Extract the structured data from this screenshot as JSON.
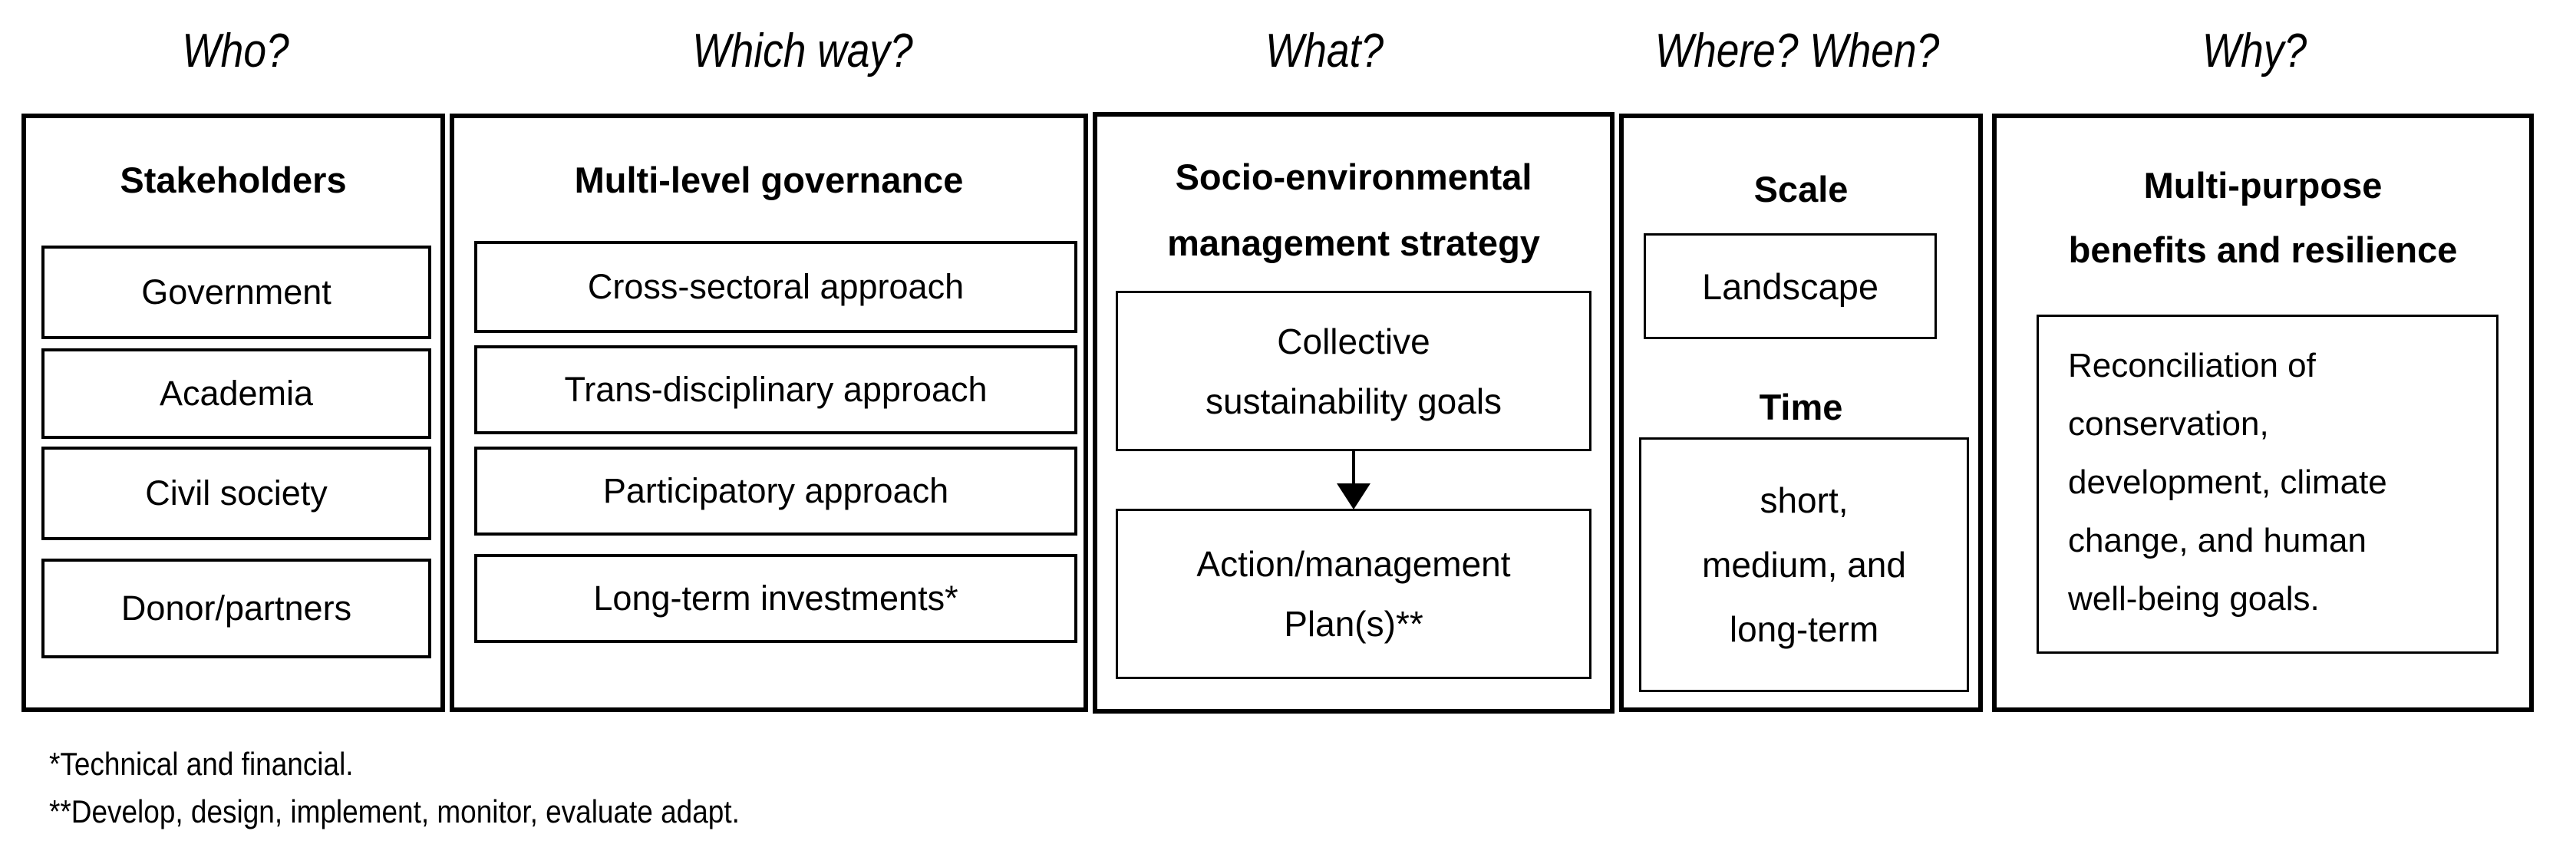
{
  "colors": {
    "background": "#ffffff",
    "line": "#000000",
    "text": "#000000"
  },
  "headers": [
    {
      "label": "Who?"
    },
    {
      "label": "Which way?"
    },
    {
      "label": "What?"
    },
    {
      "label": "Where? When?"
    },
    {
      "label": "Why?"
    }
  ],
  "columns": [
    {
      "title": "Stakeholders",
      "items": [
        "Government",
        "Academia",
        "Civil society",
        "Donor/partners"
      ]
    },
    {
      "title": "Multi-level governance",
      "items": [
        "Cross-sectoral approach",
        "Trans-disciplinary approach",
        "Participatory approach",
        "Long-term investments*"
      ]
    },
    {
      "title": "Socio-environmental\nmanagement strategy",
      "goal_box": "Collective\nsustainability goals",
      "plan_box": "Action/management\nPlan(s)**"
    },
    {
      "scale_title": "Scale",
      "scale_box": "Landscape",
      "time_title": "Time",
      "time_box": "short,\nmedium, and\nlong-term"
    },
    {
      "title": "Multi-purpose\nbenefits and resilience",
      "body": "Reconciliation of\nconservation,\ndevelopment, climate\nchange, and human\nwell-being goals."
    }
  ],
  "footnotes": [
    "*Technical and financial.",
    "**Develop, design, implement, monitor, evaluate adapt."
  ]
}
